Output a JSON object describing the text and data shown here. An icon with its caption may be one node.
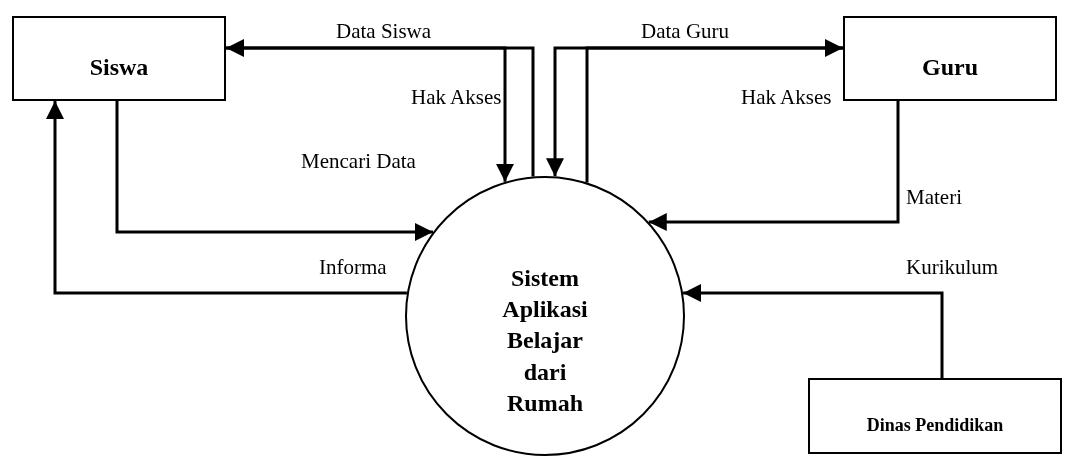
{
  "diagram": {
    "nodes": [
      {
        "text": [
          "Siswa"
        ]
      },
      {
        "text": [
          "Guru"
        ]
      },
      {
        "text": [
          "Sistem Aplikasi Belajar dari Rumah"
        ]
      },
      {
        "text": [
          "Dinas Pendidikan"
        ]
      }
    ],
    "edges": [
      {
        "from": 2,
        "to": 0,
        "arrow": "to",
        "label": "Data Siswa"
      },
      {
        "from": 0,
        "to": 2,
        "arrow": "to",
        "label": "Hak Akses"
      },
      {
        "from": 2,
        "to": 1,
        "arrow": "to",
        "label": "Data Guru"
      },
      {
        "from": 1,
        "to": 2,
        "arrow": "to",
        "label": "Hak Akses"
      },
      {
        "from": 0,
        "to": 2,
        "arrow": "to",
        "label": "Mencari Data"
      },
      {
        "from": 2,
        "to": 0,
        "arrow": "to",
        "label": "Informa"
      },
      {
        "from": 1,
        "to": 2,
        "arrow": "to",
        "label": "Materi"
      },
      {
        "from": 3,
        "to": 2,
        "arrow": "to",
        "label": "Kurikulum"
      }
    ]
  }
}
